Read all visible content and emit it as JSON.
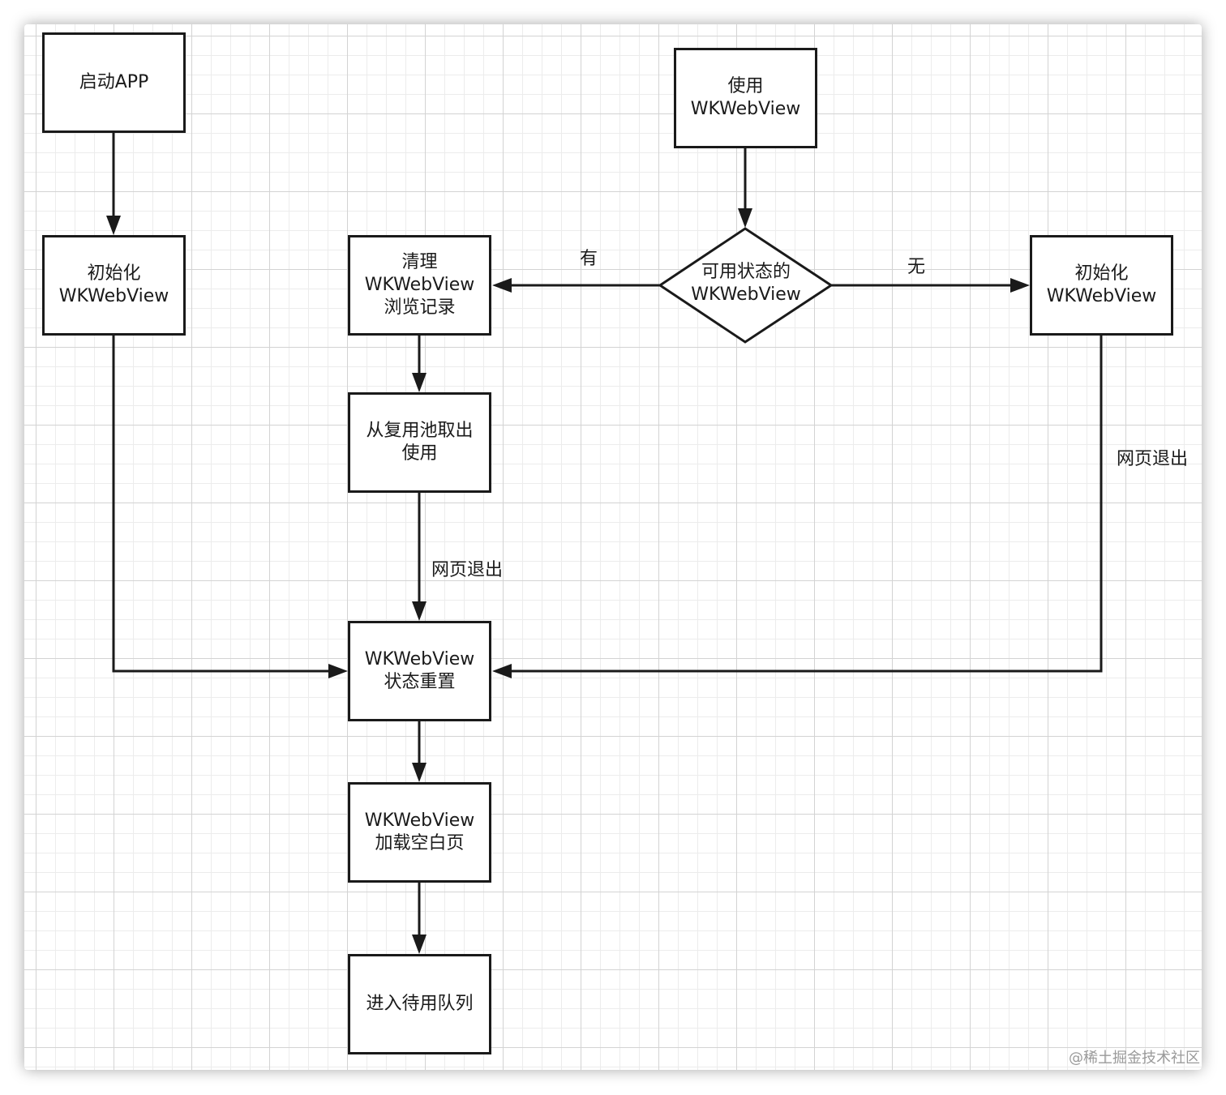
{
  "nodes": {
    "start_app": "启动APP",
    "init_left": "初始化\nWKWebView",
    "use": "使用\nWKWebView",
    "decision": "可用状态的\nWKWebView",
    "clean": "清理\nWKWebView\n浏览记录",
    "init_right": "初始化\nWKWebView",
    "take_pool": "从复用池取出\n使用",
    "reset": "WKWebView\n状态重置",
    "load_blank": "WKWebView\n加载空白页",
    "enqueue": "进入待用队列"
  },
  "edge_labels": {
    "yes": "有",
    "no": "无",
    "exit_right": "网页退出",
    "exit_middle": "网页退出"
  },
  "watermark": "@稀土掘金技术社区",
  "colors": {
    "stroke": "#1a1a1a",
    "grid": "#d3d3d3"
  }
}
